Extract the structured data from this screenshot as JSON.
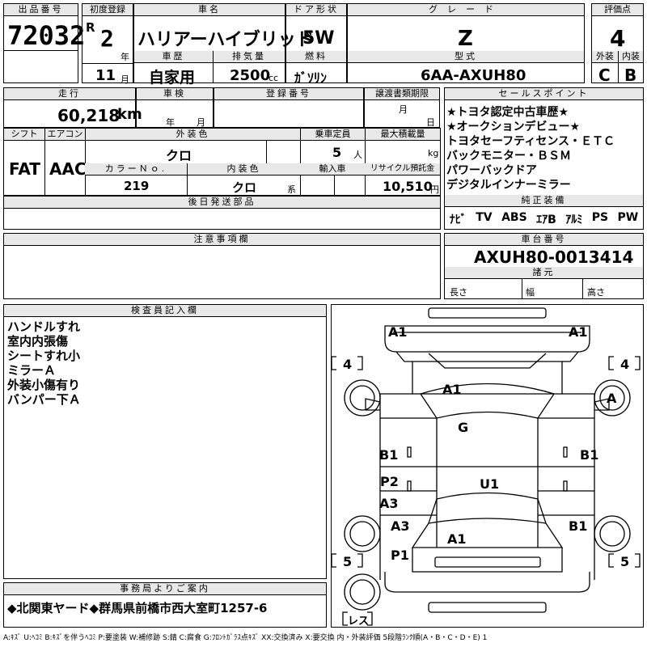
{
  "lot": {
    "label": "出品番号",
    "value": "72032"
  },
  "first_reg": {
    "label": "初度登録",
    "era": "R",
    "year": "2",
    "year_unit": "年",
    "month": "11",
    "month_unit": "月"
  },
  "car_name": {
    "label": "車名",
    "value": "ハリアーハイブリッド"
  },
  "history": {
    "label": "車歴",
    "value": "自家用"
  },
  "displacement": {
    "label": "排気量",
    "value": "2500",
    "unit": "cc"
  },
  "door": {
    "label": "ドア形状",
    "value": "5W"
  },
  "fuel": {
    "label": "燃料",
    "value": "ｶﾞｿﾘﾝ"
  },
  "grade": {
    "label": "グレード",
    "value": "Z"
  },
  "model_type": {
    "label": "型式",
    "value": "6AA-AXUH80"
  },
  "score": {
    "label": "評価点",
    "value": "4",
    "ext_label": "外装",
    "int_label": "内装",
    "ext": "C",
    "int": "B"
  },
  "mileage": {
    "label": "走行",
    "value": "60,218",
    "unit": "km"
  },
  "inspection": {
    "label": "車検",
    "year_unit": "年",
    "month_unit": "月"
  },
  "registration": {
    "label": "登録番号"
  },
  "transfer_docs": {
    "label": "譲渡書類期限",
    "month_unit": "月",
    "day_unit": "日"
  },
  "sales_points": {
    "label": "セールスポイント",
    "lines": [
      "★トヨタ認定中古車歴★",
      "★オークションデビュー★",
      "トヨタセーフティセンス・ＥＴＣ",
      "バックモニター・ＢＳＭ",
      "パワーバックドア",
      "デジタルインナーミラー"
    ]
  },
  "shift": {
    "label": "シフト",
    "value": "FAT"
  },
  "aircon": {
    "label": "エアコン",
    "value": "AAC"
  },
  "ext_color": {
    "label": "外装色",
    "value": "クロ"
  },
  "capacity": {
    "label": "乗車定員",
    "value": "5",
    "unit": "人"
  },
  "max_load": {
    "label": "最大積載量",
    "unit": "kg"
  },
  "color_no": {
    "label": "カラーＮｏ.",
    "value": "219"
  },
  "int_color": {
    "label": "内装色",
    "value": "クロ",
    "unit": "系"
  },
  "import": {
    "label": "輸入車"
  },
  "recycle": {
    "label": "リサイクル預託金",
    "value": "10,510",
    "unit": "円"
  },
  "parts_later": {
    "label": "後日発送部品"
  },
  "standard_equip": {
    "label": "純正装備",
    "items": [
      "ﾅﾋﾞ",
      "TV",
      "ABS",
      "ｴｱB",
      "ｱﾙﾐ",
      "PS",
      "PW"
    ]
  },
  "notes": {
    "label": "注意事項欄"
  },
  "chassis": {
    "label": "車台番号",
    "value": "AXUH80-0013414"
  },
  "dims": {
    "label": "諸元",
    "length": "長さ",
    "width": "幅",
    "height": "高さ"
  },
  "inspector": {
    "label": "検査員記入欄",
    "lines": [
      "ハンドルすれ",
      "室内内張傷",
      "シートすれ小",
      "ミラーＡ",
      "外装小傷有り",
      "バンパー下Ａ"
    ]
  },
  "office": {
    "label": "事務局よりご案内",
    "value": "◆北関東ヤード◆群馬県前橋市西大室町1257-6"
  },
  "diagram": {
    "tire_tl": "4",
    "tire_tr": "4",
    "tire_bl": "5",
    "tire_br": "5",
    "spare": "レス",
    "marks": [
      "A1",
      "A1",
      "A1",
      "A",
      "G",
      "B1",
      "B1",
      "P2",
      "A3",
      "U1",
      "A3",
      "B1",
      "A1",
      "P1"
    ]
  },
  "legend": "A:ｷｽﾞ U:ﾍｺﾐ B:ｷｽﾞを伴うﾍｺﾐ P:要塗装 W:補修跡 S:錆 C:腐食 G:ﾌﾛﾝﾄｶﾞﾗｽ点ｷｽﾞ XX:交換済み X:要交換 内・外装評価 5段階ﾗﾝｸ順(A・B・C・D・E) 1"
}
